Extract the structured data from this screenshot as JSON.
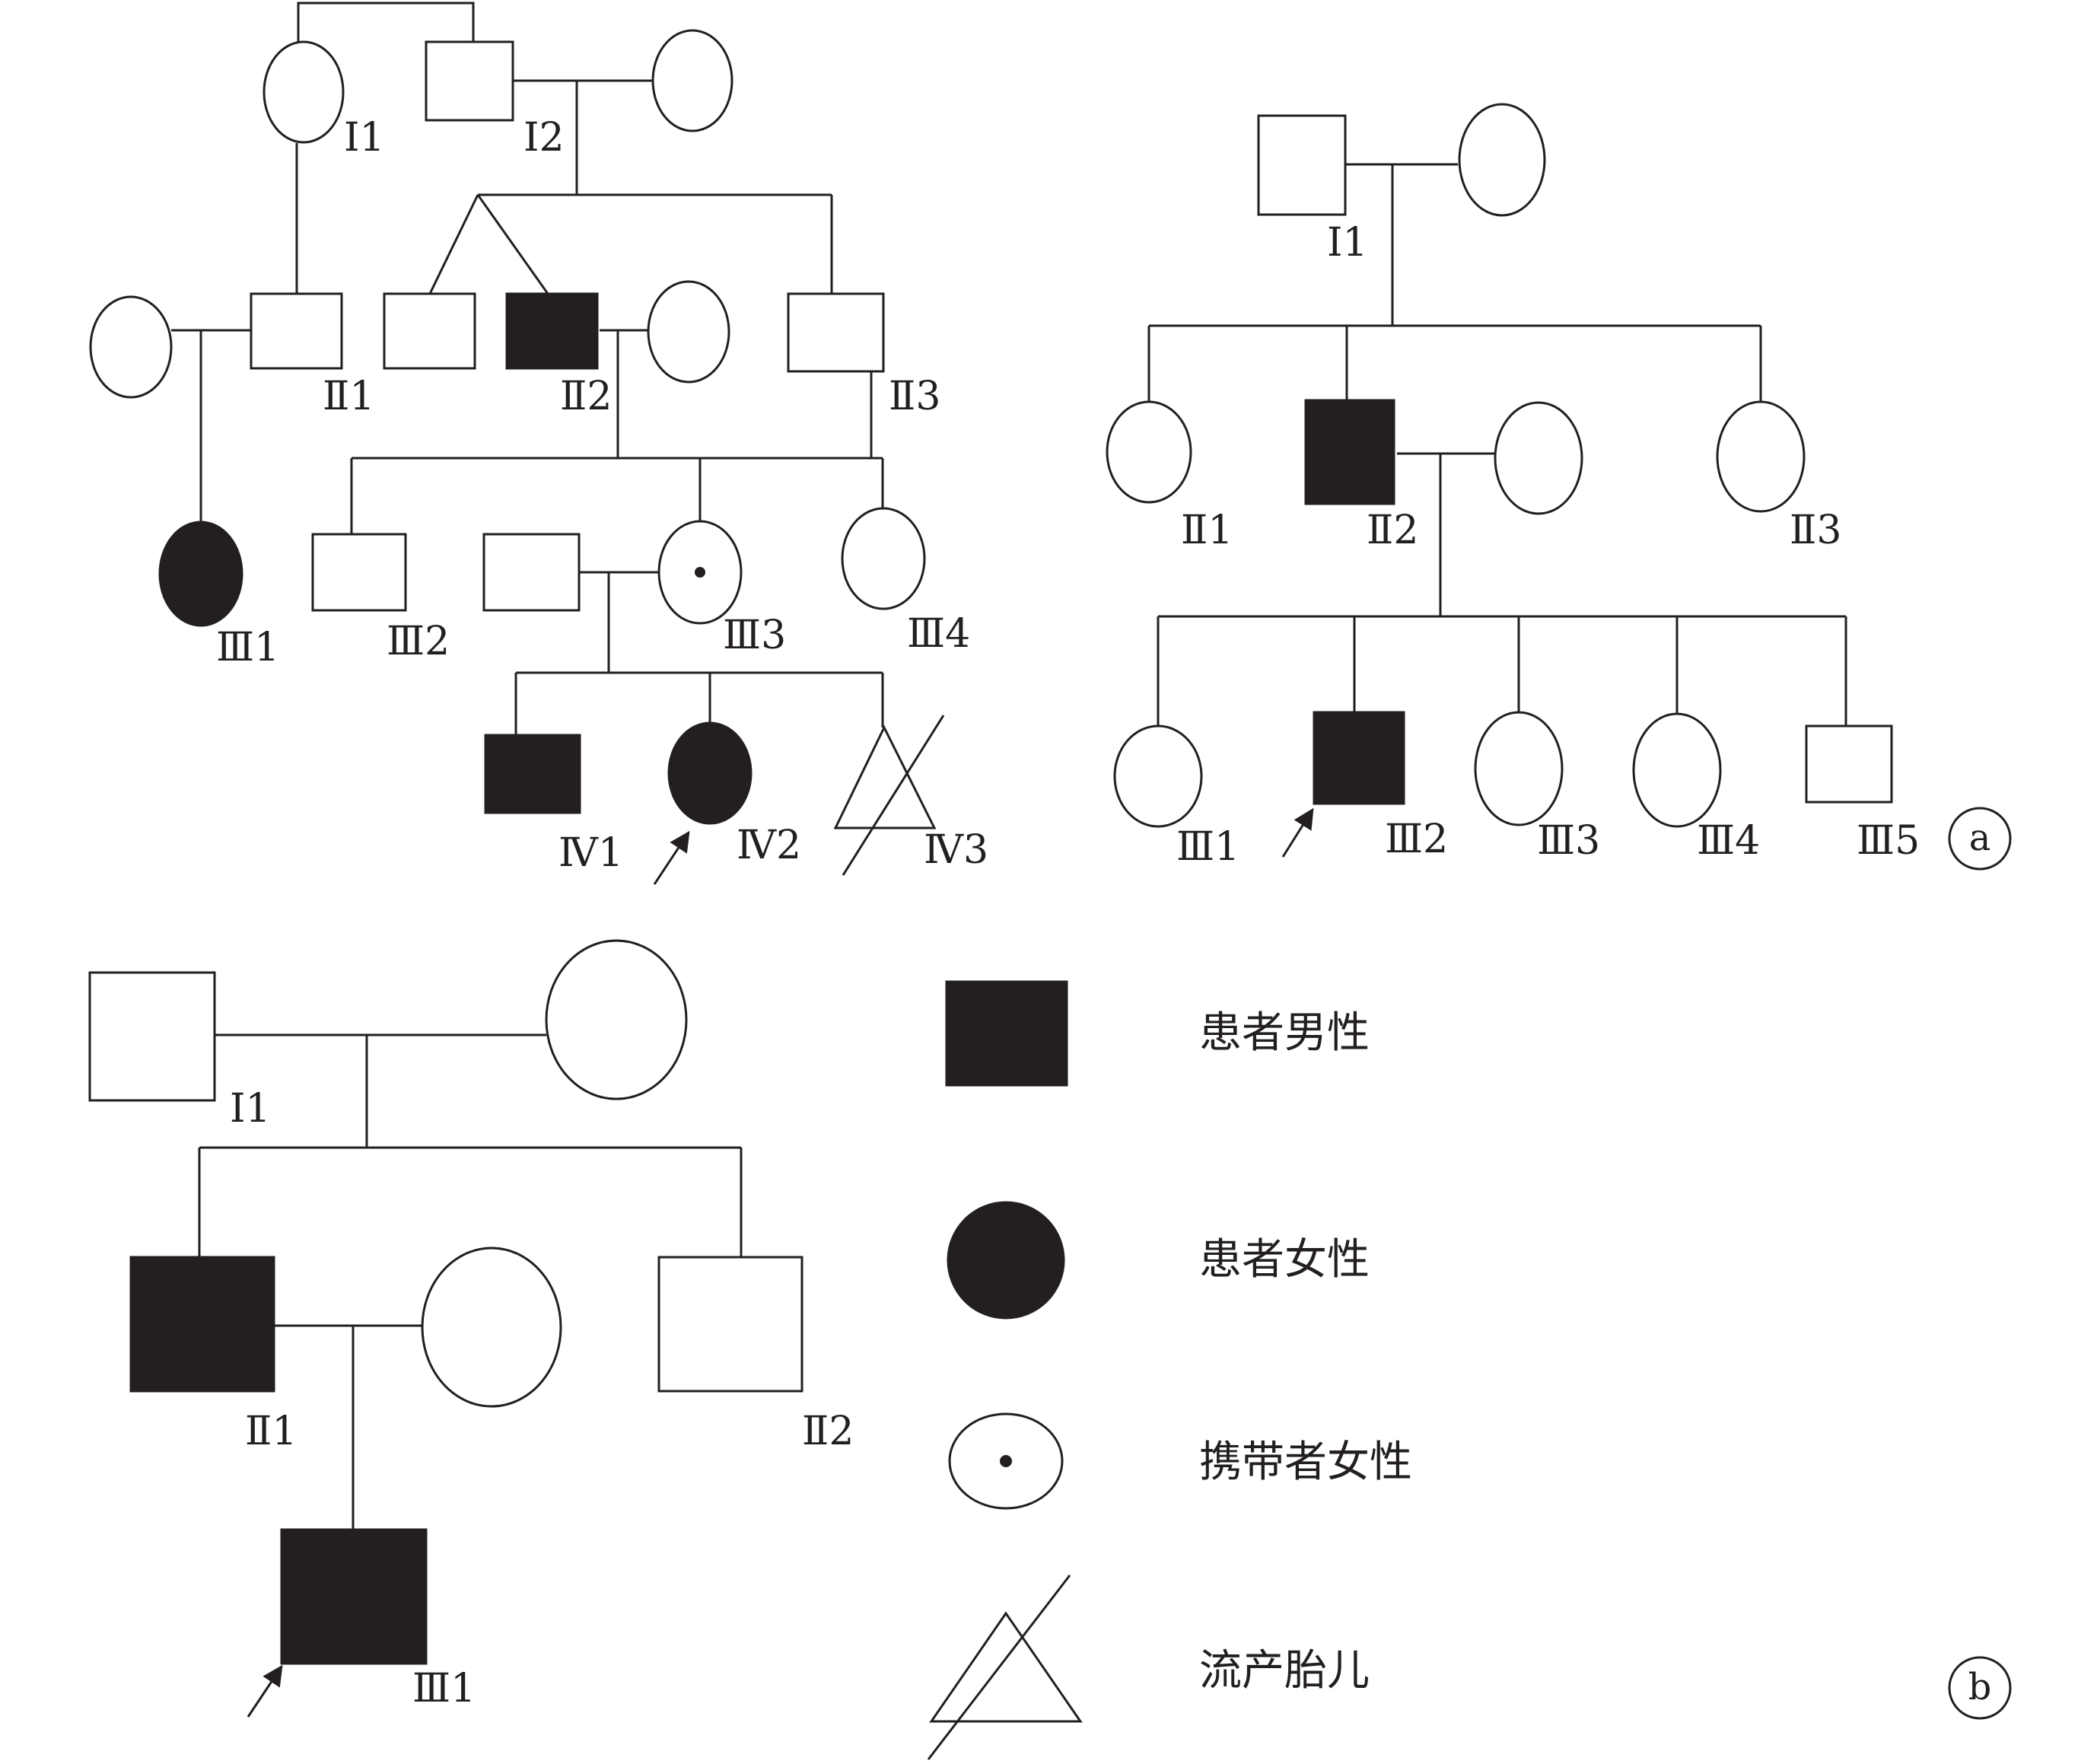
{
  "pedigree_1": {
    "labels": {
      "I1": "Ⅰ1",
      "I2": "Ⅰ2",
      "II1": "Ⅱ1",
      "II2": "Ⅱ2",
      "II3": "Ⅱ3",
      "III1": "Ⅲ1",
      "III2": "Ⅲ2",
      "III3": "Ⅲ3",
      "III4": "Ⅲ4",
      "IV1": "Ⅳ1",
      "IV2": "Ⅳ2",
      "IV3": "Ⅳ3"
    }
  },
  "pedigree_a": {
    "panel_label": "a",
    "labels": {
      "I1": "Ⅰ1",
      "II1": "Ⅱ1",
      "II2": "Ⅱ2",
      "II3": "Ⅱ3",
      "III1": "Ⅲ1",
      "III2": "Ⅲ2",
      "III3": "Ⅲ3",
      "III4": "Ⅲ4",
      "III5": "Ⅲ5"
    }
  },
  "pedigree_b": {
    "panel_label": "b",
    "labels": {
      "I1": "Ⅰ1",
      "II1": "Ⅱ1",
      "II2": "Ⅱ2",
      "III1": "Ⅲ1"
    }
  },
  "legend": {
    "affected_male": "患者男性",
    "affected_female": "患者女性",
    "carrier_female": "携带者女性",
    "miscarried_fetus": "流产胎儿"
  }
}
